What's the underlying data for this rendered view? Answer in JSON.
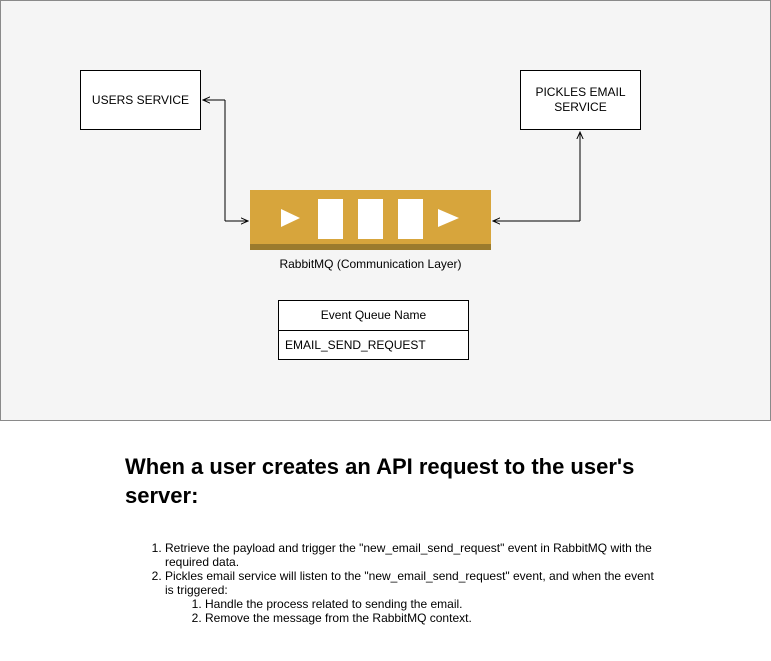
{
  "diagram": {
    "users_service": "USERS SERVICE",
    "pickles_service": "PICKLES EMAIL SERVICE",
    "rabbitmq_caption": "RabbitMQ (Communication Layer)",
    "rabbitmq_icon": "message-queue-icon",
    "queue_table": {
      "header": "Event Queue Name",
      "value": "EMAIL_SEND_REQUEST"
    },
    "colors": {
      "canvas": "#f5f5f5",
      "queue_body": "#d7a53c",
      "queue_base": "#9b7b2d"
    }
  },
  "explanation": {
    "heading": "When a user creates an API request to the user's server:",
    "steps": [
      "Retrieve the payload and trigger the \"new_email_send_request\" event in RabbitMQ with the required data.",
      "Pickles email service will listen to the \"new_email_send_request\" event, and when the event is triggered:"
    ],
    "substeps": [
      " Handle the process related to sending the email.",
      "Remove the message from the RabbitMQ context."
    ]
  }
}
